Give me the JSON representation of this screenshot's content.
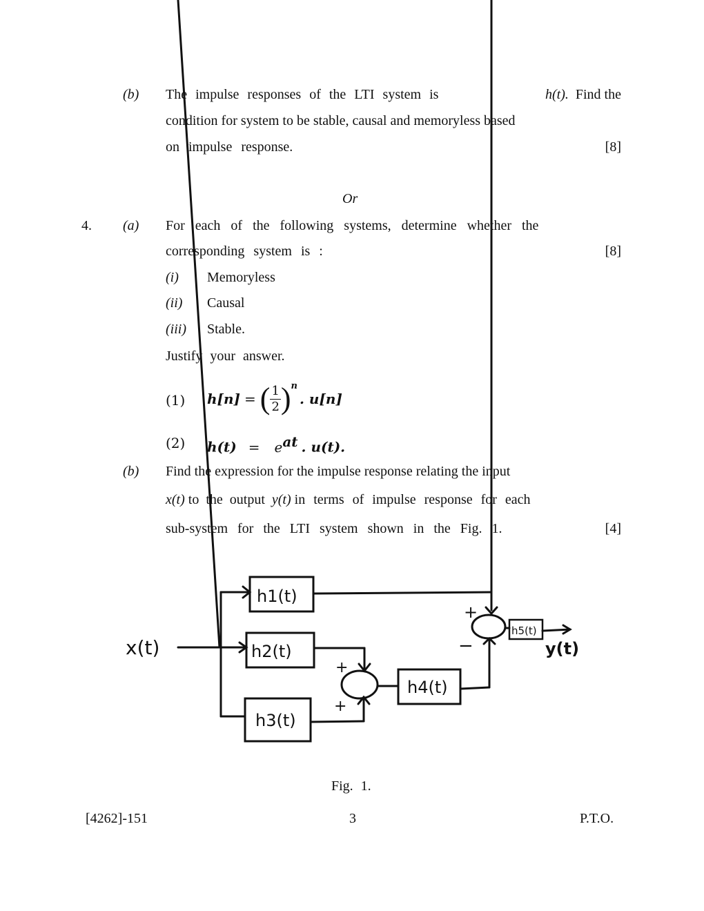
{
  "q3b": {
    "label": "(b)",
    "lines": [
      "The impulse responses of the LTI system is",
      "h(t).",
      "Find the",
      "condition for system to be stable, causal and memoryless based",
      "on impulse response."
    ],
    "marks": "[8]"
  },
  "separator": "Or",
  "q4": {
    "number": "4.",
    "a": {
      "label": "(a)",
      "line1": "For each of the following systems, determine whether the",
      "line2": "corresponding system is :",
      "marks": "[8]",
      "items": [
        {
          "num": "(i)",
          "text": "Memoryless"
        },
        {
          "num": "(ii)",
          "text": "Causal"
        },
        {
          "num": "(iii)",
          "text": "Stable."
        }
      ],
      "justify": "Justify your answer.",
      "equations": [
        {
          "num": "(1)",
          "lhs": "h[n]",
          "eq": "=",
          "frac_num": "1",
          "frac_den": "2",
          "exp": "n",
          "rhs": ". u[n]"
        },
        {
          "num": "(2)",
          "lhs": "h(t)",
          "eq": "=",
          "base": "e",
          "exp": "at",
          "rhs": ". u(t)."
        }
      ]
    },
    "b": {
      "label": "(b)",
      "line1": "Find the expression for the impulse response relating the input",
      "line2_pre": "x(t)",
      "line2_mid": "to the output",
      "line2_y": "y(t)",
      "line2_post": "in terms of impulse response for each",
      "line3": "sub-system for the LTI system shown in the Fig. 1.",
      "marks": "[4]"
    }
  },
  "figure": {
    "input": "x(t)",
    "output": "y(t)",
    "blocks": [
      "h1(t)",
      "h2(t)",
      "h3(t)",
      "h4(t)",
      "h5(t)"
    ],
    "signs": {
      "sum1_top": "+",
      "sum1_bottom": "+",
      "sum2_top": "+",
      "sum2_bottom": "−"
    },
    "caption": "Fig. 1."
  },
  "footer": {
    "code": "[4262]-151",
    "page": "3",
    "pto": "P.T.O."
  }
}
